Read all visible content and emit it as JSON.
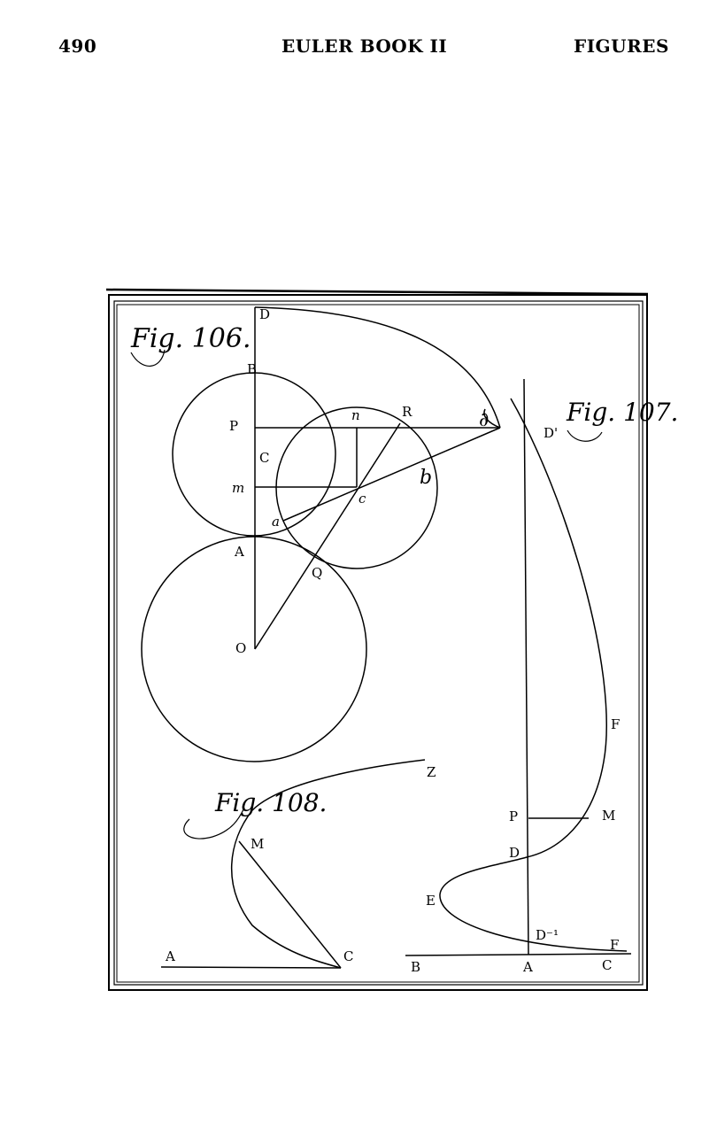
{
  "running_head": {
    "page_number": "490",
    "title": "EULER BOOK II",
    "section": "FIGURES"
  },
  "figures": {
    "fig106": {
      "caption": "Fig. 106.",
      "labels": {
        "D": "D",
        "B": "B",
        "P": "P",
        "n": "n",
        "R": "R",
        "d": "∂",
        "C_upper": "C",
        "m": "m",
        "c": "c",
        "b": "b",
        "a": "a",
        "A": "A",
        "Q": "Q",
        "O": "O"
      }
    },
    "fig107": {
      "caption": "Fig. 107.",
      "labels": {
        "D_prime": "D'",
        "F_upper": "F",
        "P": "P",
        "M": "M",
        "D": "D",
        "E": "E",
        "D_minus": "D⁻¹",
        "F_lower": "F",
        "B": "B",
        "A": "A",
        "C": "C"
      }
    },
    "fig108": {
      "caption": "Fig. 108.",
      "labels": {
        "Z": "Z",
        "M": "M",
        "A": "A",
        "C": "C"
      }
    }
  }
}
